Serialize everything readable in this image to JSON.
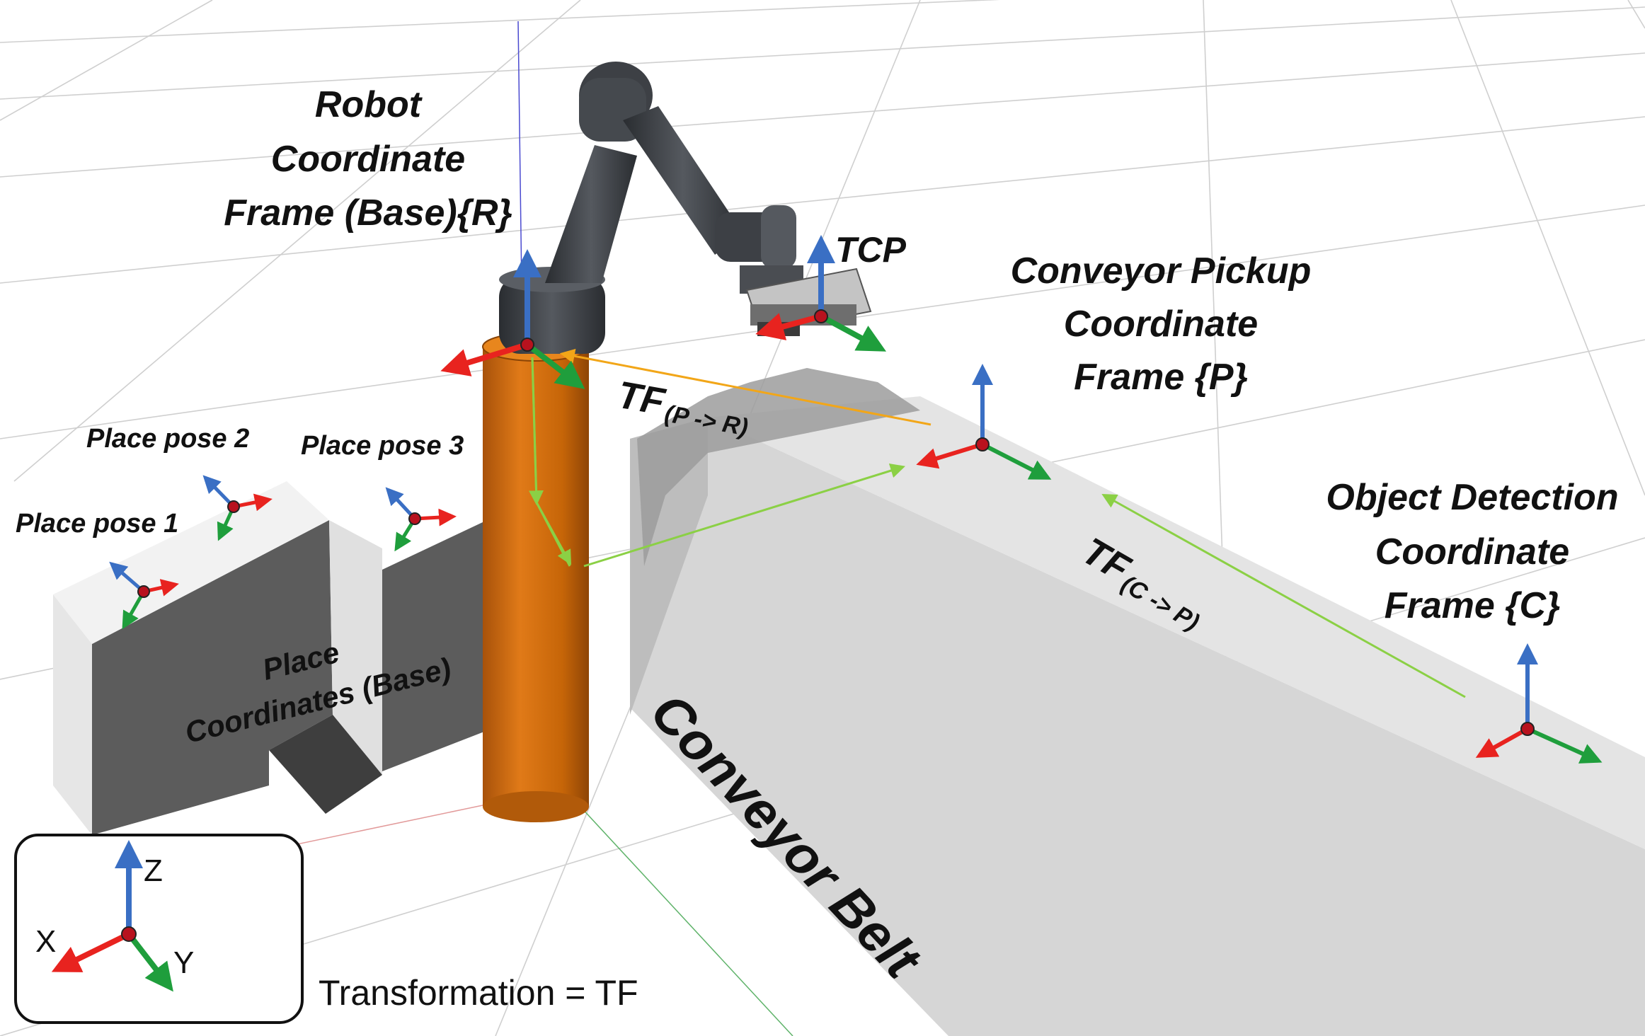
{
  "labels": {
    "robot_frame": [
      "Robot",
      "Coordinate",
      "Frame (Base){R}"
    ],
    "tcp": "TCP",
    "conveyor_pickup": [
      "Conveyor Pickup",
      "Coordinate",
      "Frame {P}"
    ],
    "object_detection": [
      "Object Detection",
      "Coordinate",
      "Frame {C}"
    ],
    "tf_p_r_main": "TF",
    "tf_p_r_sub": "(P -> R)",
    "tf_c_p_main": "TF",
    "tf_c_p_sub": "(C -> P)",
    "place_pose_1": "Place pose 1",
    "place_pose_2": "Place pose 2",
    "place_pose_3": "Place pose 3",
    "place_coordinates": [
      "Place",
      "Coordinates (Base)"
    ],
    "conveyor_belt": "Conveyor Belt"
  },
  "legend": {
    "z": "Z",
    "x": "X",
    "y": "Y",
    "transformation": "Transformation = TF"
  },
  "colors": {
    "x_axis": "#e8231f",
    "y_axis": "#1f9e3c",
    "z_axis": "#3a6fc4",
    "origin": "#b8121e",
    "pedestal": "#cc6a0e",
    "robot_arm": "#3d4045",
    "tf_arrow_orange": "#f2a618",
    "tf_arrow_green": "#8bd045",
    "ground_grid": "#c9c9c9"
  }
}
